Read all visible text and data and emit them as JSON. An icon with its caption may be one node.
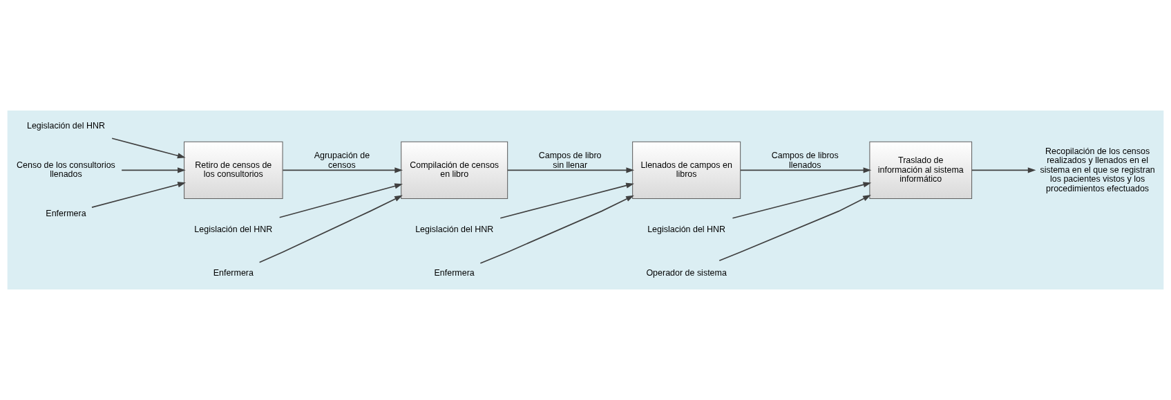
{
  "diagram": {
    "nodes": [
      {
        "text": [
          "Legislación del HNR"
        ]
      },
      {
        "text": [
          "Censo de los consultorios llenados"
        ]
      },
      {
        "text": [
          "Retiro de censos de los consultorios"
        ]
      },
      {
        "text": [
          "Enfermera"
        ]
      },
      {
        "text": [
          "Legislación del HNR"
        ]
      },
      {
        "text": [
          "Compilación de censos en libro"
        ]
      },
      {
        "text": [
          "Enfermera"
        ]
      },
      {
        "text": [
          "Legislación del HNR"
        ]
      },
      {
        "text": [
          "Llenados de campos en libros"
        ]
      },
      {
        "text": [
          "Enfermera"
        ]
      },
      {
        "text": [
          "Legislación del HNR"
        ]
      },
      {
        "text": [
          "Traslado de información al sistema informático"
        ]
      },
      {
        "text": [
          "Operador de sistema"
        ]
      },
      {
        "text": [
          "Recopilación de los censos realizados y llenados en el sistema en el que se registran los pacientes vistos y los procedimientos efectuados"
        ]
      }
    ],
    "edges": [
      {
        "from": 0,
        "to": 2,
        "arrow": "to"
      },
      {
        "from": 1,
        "to": 2,
        "arrow": "to"
      },
      {
        "from": 3,
        "to": 2,
        "arrow": "to"
      },
      {
        "from": 2,
        "to": 5,
        "arrow": "to",
        "label": "Agrupación de censos"
      },
      {
        "from": 4,
        "to": 5,
        "arrow": "to"
      },
      {
        "from": 6,
        "to": 5,
        "arrow": "to"
      },
      {
        "from": 5,
        "to": 8,
        "arrow": "to",
        "label": "Campos de libro sin llenar"
      },
      {
        "from": 7,
        "to": 8,
        "arrow": "to"
      },
      {
        "from": 9,
        "to": 8,
        "arrow": "to"
      },
      {
        "from": 8,
        "to": 11,
        "arrow": "to",
        "label": "Campos de libros llenados"
      },
      {
        "from": 10,
        "to": 11,
        "arrow": "to"
      },
      {
        "from": 12,
        "to": 11,
        "arrow": "to"
      },
      {
        "from": 11,
        "to": 13,
        "arrow": "to"
      }
    ]
  }
}
